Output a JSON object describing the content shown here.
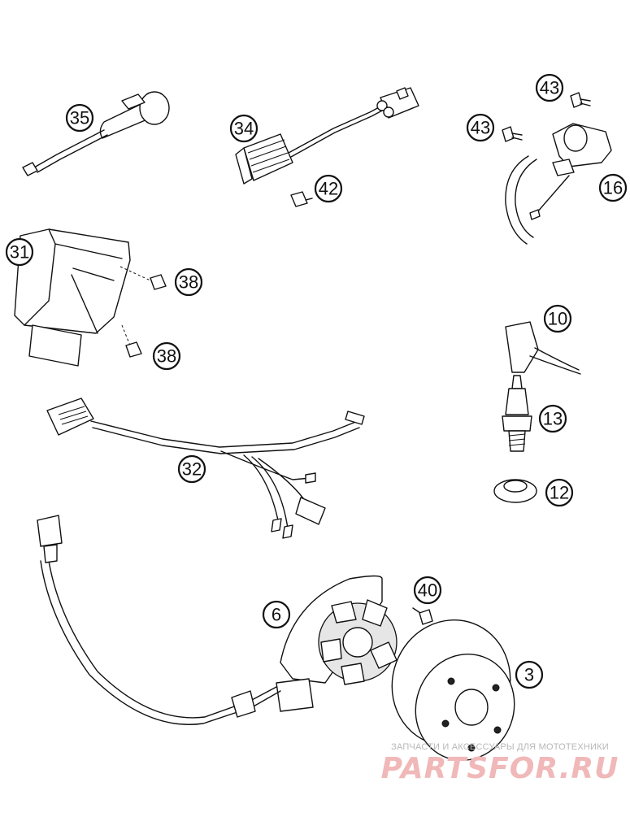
{
  "callouts": {
    "c35": "35",
    "c34": "34",
    "c42": "42",
    "c43a": "43",
    "c43b": "43",
    "c16": "16",
    "c31": "31",
    "c38a": "38",
    "c38b": "38",
    "c10": "10",
    "c13": "13",
    "c12": "12",
    "c32": "32",
    "c40": "40",
    "c6": "6",
    "c3": "3"
  },
  "watermark": {
    "line1": "ЗАПЧАСТИ И АКСЕССУАРЫ ДЛЯ МОТОТЕХНИКИ",
    "line2": "PARTSFOR.RU"
  },
  "colors": {
    "line": "#111111",
    "watermark_text": "#b7b7b7",
    "watermark_logo": "#f0b8b8"
  }
}
